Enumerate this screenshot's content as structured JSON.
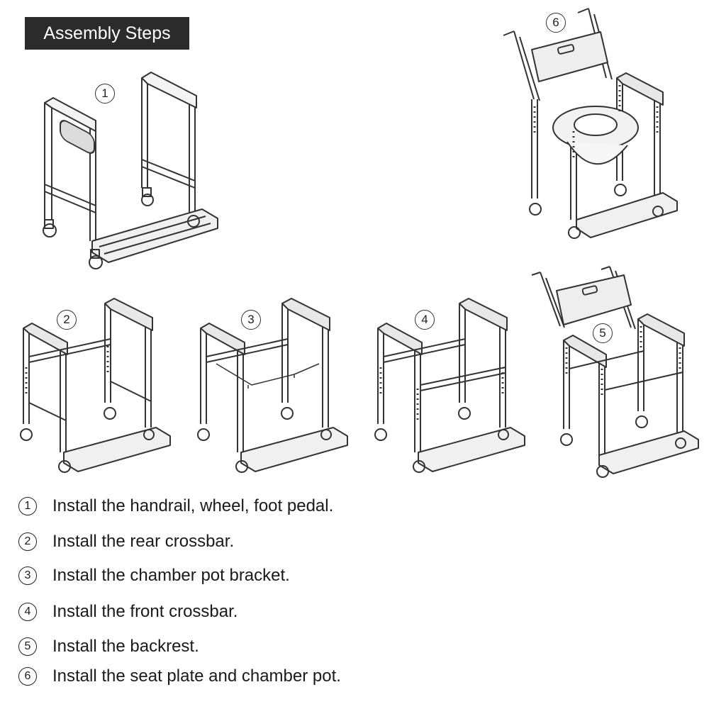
{
  "title": "Assembly Steps",
  "diagram_labels": [
    "1",
    "2",
    "3",
    "4",
    "5",
    "6"
  ],
  "instructions": [
    {
      "num": "1",
      "text": "Install the handrail, wheel, foot pedal."
    },
    {
      "num": "2",
      "text": "Install the rear crossbar."
    },
    {
      "num": "3",
      "text": "Install the chamber pot bracket."
    },
    {
      "num": "4",
      "text": "Install the front crossbar."
    },
    {
      "num": "5",
      "text": "Install the backrest."
    },
    {
      "num": "6",
      "text": "Install the seat plate and chamber pot."
    }
  ]
}
